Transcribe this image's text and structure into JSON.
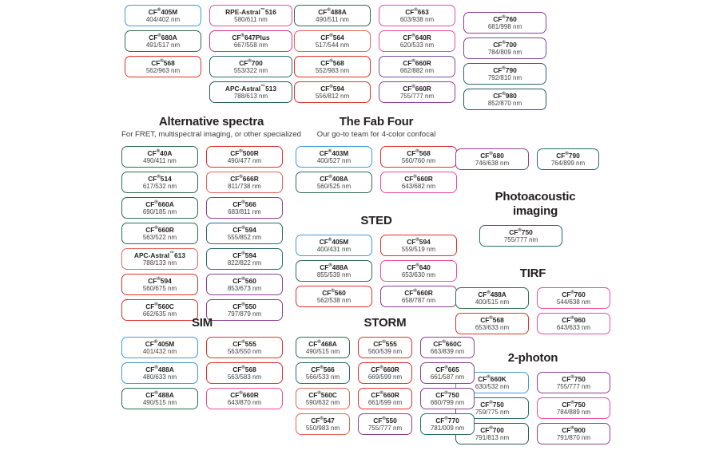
{
  "meta": {
    "trademark_symbol": "®",
    "tm_symbol": "™",
    "unit": "nm"
  },
  "palette": {
    "blue": "#3f9ad6",
    "green": "#2e6b4f",
    "dark_green": "#1f5c46",
    "red": "#e0312b",
    "salmon": "#e3655c",
    "pink": "#ea4c9a",
    "magenta": "#d5338a",
    "purple": "#8b3f91",
    "violet": "#7b4a9c",
    "teal": "#2a6b6b",
    "dark_teal": "#28595e",
    "plum": "#a03a7e",
    "text": "#231f20"
  },
  "groups": [
    {
      "id": "top-block-1",
      "title": "",
      "subtitle": "",
      "columns": [
        {
          "chips": [
            {
              "name": "CF",
              "sup": "®",
              "code": "405M",
              "wl": "404/402 nm",
              "color": "#3f9ad6"
            },
            {
              "name": "CF",
              "sup": "®",
              "code": "680A",
              "wl": "491/517 nm",
              "color": "#2e6b4f"
            },
            {
              "name": "CF",
              "sup": "®",
              "code": "568",
              "wl": "562/963 nm",
              "color": "#e0312b"
            }
          ]
        },
        {
          "chips": [
            {
              "name": "RPE-Astral",
              "sup": "™",
              "code": "516",
              "wl": "580/611 nm",
              "color": "#ea4c9a"
            },
            {
              "name": "CF",
              "sup": "®",
              "code": "647Plus",
              "wl": "667/558 nm",
              "color": "#d5338a"
            },
            {
              "name": "CF",
              "sup": "®",
              "code": "700",
              "wl": "553/322 nm",
              "color": "#2a6b6b"
            },
            {
              "name": "APC-Astral",
              "sup": "™",
              "code": "513",
              "wl": "788/613 nm",
              "color": "#28595e"
            }
          ]
        }
      ]
    },
    {
      "id": "top-block-2",
      "title": "",
      "subtitle": "",
      "columns": [
        {
          "chips": [
            {
              "name": "CF",
              "sup": "®",
              "code": "488A",
              "wl": "490/511 nm",
              "color": "#2e6b4f"
            },
            {
              "name": "CF",
              "sup": "®",
              "code": "564",
              "wl": "517/544 nm",
              "color": "#e3655c"
            },
            {
              "name": "CF",
              "sup": "®",
              "code": "568",
              "wl": "552/983 nm",
              "color": "#e0312b"
            },
            {
              "name": "CF",
              "sup": "®",
              "code": "594",
              "wl": "556/812 nm",
              "color": "#e0312b"
            }
          ]
        },
        {
          "chips": [
            {
              "name": "CF",
              "sup": "®",
              "code": "663",
              "wl": "603/938 nm",
              "color": "#ea4c9a"
            },
            {
              "name": "CF",
              "sup": "®",
              "code": "640R",
              "wl": "620/533 nm",
              "color": "#ea4c9a"
            },
            {
              "name": "CF",
              "sup": "®",
              "code": "660R",
              "wl": "662/882 nm",
              "color": "#7b4a9c"
            },
            {
              "name": "CF",
              "sup": "®",
              "code": "660R",
              "wl": "755/777 nm",
              "color": "#8b3f91"
            }
          ]
        }
      ]
    },
    {
      "id": "top-block-3",
      "title": "",
      "subtitle": "",
      "columns": [
        {
          "chips": [
            {
              "name": "CF",
              "sup": "®",
              "code": "760",
              "wl": "681/998 nm",
              "color": "#8b3f91"
            },
            {
              "name": "CF",
              "sup": "®",
              "code": "700",
              "wl": "784/809 nm",
              "color": "#7b4a9c"
            },
            {
              "name": "CF",
              "sup": "®",
              "code": "790",
              "wl": "792/810 nm",
              "color": "#2a6b6b"
            },
            {
              "name": "CF",
              "sup": "®",
              "code": "980",
              "wl": "852/870 nm",
              "color": "#28595e"
            }
          ]
        }
      ]
    },
    {
      "id": "alternative-spectra",
      "title": "Alternative spectra",
      "subtitle": "For FRET, multispectral imaging, or other specialized",
      "columns": [
        {
          "chips": [
            {
              "name": "CF",
              "sup": "®",
              "code": "40A",
              "wl": "490/411 nm",
              "color": "#2e6b4f"
            },
            {
              "name": "CF",
              "sup": "®",
              "code": "514",
              "wl": "617/532 nm",
              "color": "#2e6b4f"
            },
            {
              "name": "CF",
              "sup": "®",
              "code": "660A",
              "wl": "690/185 nm",
              "color": "#2e6b4f"
            },
            {
              "name": "CF",
              "sup": "®",
              "code": "660R",
              "wl": "563/522 nm",
              "color": "#2e6b4f"
            },
            {
              "name": "APC-Astral",
              "sup": "™",
              "code": "613",
              "wl": "788/133 nm",
              "color": "#e3655c"
            },
            {
              "name": "CF",
              "sup": "®",
              "code": "594",
              "wl": "560/675 nm",
              "color": "#e0312b"
            },
            {
              "name": "CF",
              "sup": "®",
              "code": "560C",
              "wl": "662/635 nm",
              "color": "#e0312b"
            }
          ]
        },
        {
          "chips": [
            {
              "name": "CF",
              "sup": "®",
              "code": "500R",
              "wl": "490/477 nm",
              "color": "#e0312b"
            },
            {
              "name": "CF",
              "sup": "®",
              "code": "666R",
              "wl": "811/738 nm",
              "color": "#e3655c"
            },
            {
              "name": "CF",
              "sup": "®",
              "code": "566",
              "wl": "683/811 nm",
              "color": "#8b3f91"
            },
            {
              "name": "CF",
              "sup": "®",
              "code": "594",
              "wl": "555/852 nm",
              "color": "#2a6b6b"
            },
            {
              "name": "CF",
              "sup": "®",
              "code": "594",
              "wl": "822/822 nm",
              "color": "#2a6b6b"
            },
            {
              "name": "CF",
              "sup": "®",
              "code": "560",
              "wl": "853/673 nm",
              "color": "#8b3f91"
            },
            {
              "name": "CF",
              "sup": "®",
              "code": "550",
              "wl": "797/879 nm",
              "color": "#8b3f91"
            }
          ]
        }
      ]
    },
    {
      "id": "fab-four",
      "title": "The Fab Four",
      "subtitle": "Our go-to team for 4-color confocal",
      "columns": [
        {
          "chips": [
            {
              "name": "CF",
              "sup": "®",
              "code": "403M",
              "wl": "400/527 nm",
              "color": "#3f9ad6"
            },
            {
              "name": "CF",
              "sup": "®",
              "code": "408A",
              "wl": "560/525 nm",
              "color": "#2e6b4f"
            }
          ]
        },
        {
          "chips": [
            {
              "name": "CF",
              "sup": "®",
              "code": "568",
              "wl": "560/760 nm",
              "color": "#e0312b"
            },
            {
              "name": "CF",
              "sup": "®",
              "code": "660R",
              "wl": "643/682 nm",
              "color": "#ea4c9a"
            }
          ]
        }
      ]
    },
    {
      "id": "sted",
      "title": "STED",
      "subtitle": "",
      "columns": [
        {
          "chips": [
            {
              "name": "CF",
              "sup": "®",
              "code": "405M",
              "wl": "400/431 nm",
              "color": "#3f9ad6"
            },
            {
              "name": "CF",
              "sup": "®",
              "code": "488A",
              "wl": "855/539 nm",
              "color": "#2e6b4f"
            },
            {
              "name": "CF",
              "sup": "®",
              "code": "560",
              "wl": "562/538 nm",
              "color": "#e0312b"
            }
          ]
        },
        {
          "chips": [
            {
              "name": "CF",
              "sup": "®",
              "code": "594",
              "wl": "559/519 nm",
              "color": "#e0312b"
            },
            {
              "name": "CF",
              "sup": "®",
              "code": "640",
              "wl": "653/630 nm",
              "color": "#ea4c9a"
            },
            {
              "name": "CF",
              "sup": "®",
              "code": "660R",
              "wl": "658/787 nm",
              "color": "#8b3f91"
            }
          ]
        }
      ]
    },
    {
      "id": "mid-right-pair",
      "title": "",
      "subtitle": "",
      "columns": [
        {
          "chips": [
            {
              "name": "CF",
              "sup": "®",
              "code": "680",
              "wl": "746/638 nm",
              "color": "#8b3f91"
            }
          ]
        },
        {
          "chips": [
            {
              "name": "CF",
              "sup": "®",
              "code": "790",
              "wl": "764/899 nm",
              "color": "#2a6b6b"
            }
          ]
        }
      ]
    },
    {
      "id": "photoacoustic",
      "title": "Photoacoustic imaging",
      "subtitle": "",
      "columns": [
        {
          "chips": [
            {
              "name": "CF",
              "sup": "®",
              "code": "750",
              "wl": "755/777 nm",
              "color": "#2a6b6b"
            }
          ]
        }
      ]
    },
    {
      "id": "tirf",
      "title": "TIRF",
      "subtitle": "",
      "columns": [
        {
          "chips": [
            {
              "name": "CF",
              "sup": "®",
              "code": "488A",
              "wl": "400/515 nm",
              "color": "#2e6b4f"
            },
            {
              "name": "CF",
              "sup": "®",
              "code": "568",
              "wl": "653/633 nm",
              "color": "#e0312b"
            }
          ]
        },
        {
          "chips": [
            {
              "name": "CF",
              "sup": "®",
              "code": "760",
              "wl": "544/638 nm",
              "color": "#ea4c9a"
            },
            {
              "name": "CF",
              "sup": "®",
              "code": "960",
              "wl": "643/633 nm",
              "color": "#ea4c9a"
            }
          ]
        }
      ]
    },
    {
      "id": "two-photon",
      "title": "2-photon",
      "subtitle": "",
      "columns": [
        {
          "chips": [
            {
              "name": "CF",
              "sup": "®",
              "code": "660K",
              "wl": "630/532 nm",
              "color": "#3f9ad6"
            },
            {
              "name": "CF",
              "sup": "®",
              "code": "750",
              "wl": "759/775 nm",
              "color": "#2a6b6b"
            },
            {
              "name": "CF",
              "sup": "®",
              "code": "700",
              "wl": "791/813 nm",
              "color": "#28595e"
            }
          ]
        },
        {
          "chips": [
            {
              "name": "CF",
              "sup": "®",
              "code": "750",
              "wl": "755/777 nm",
              "color": "#8b3f91"
            },
            {
              "name": "CF",
              "sup": "®",
              "code": "750",
              "wl": "784/889 nm",
              "color": "#ea4c9a"
            },
            {
              "name": "CF",
              "sup": "®",
              "code": "900",
              "wl": "791/870 nm",
              "color": "#8b3f91"
            }
          ]
        }
      ]
    },
    {
      "id": "sim",
      "title": "SIM",
      "subtitle": "",
      "columns": [
        {
          "chips": [
            {
              "name": "CF",
              "sup": "®",
              "code": "405M",
              "wl": "401/432 nm",
              "color": "#3f9ad6"
            },
            {
              "name": "CF",
              "sup": "®",
              "code": "488A",
              "wl": "480/633 nm",
              "color": "#3f9ad6"
            },
            {
              "name": "CF",
              "sup": "®",
              "code": "488A",
              "wl": "490/515 nm",
              "color": "#2e6b4f"
            }
          ]
        },
        {
          "chips": [
            {
              "name": "CF",
              "sup": "®",
              "code": "555",
              "wl": "563/550 nm",
              "color": "#e0312b"
            },
            {
              "name": "CF",
              "sup": "®",
              "code": "568",
              "wl": "563/583 nm",
              "color": "#e0312b"
            },
            {
              "name": "CF",
              "sup": "®",
              "code": "660R",
              "wl": "643/870 nm",
              "color": "#ea4c9a"
            }
          ]
        }
      ]
    },
    {
      "id": "storm",
      "title": "STORM",
      "subtitle": "",
      "columns": [
        {
          "chips": [
            {
              "name": "CF",
              "sup": "®",
              "code": "468A",
              "wl": "490/515 nm",
              "color": "#2e6b4f"
            },
            {
              "name": "CF",
              "sup": "®",
              "code": "566",
              "wl": "566/533 nm",
              "color": "#2a6b6b"
            },
            {
              "name": "CF",
              "sup": "®",
              "code": "560C",
              "wl": "590/632 nm",
              "color": "#e3655c"
            },
            {
              "name": "CF",
              "sup": "®",
              "code": "547",
              "wl": "550/983 nm",
              "color": "#e3655c"
            }
          ]
        },
        {
          "chips": [
            {
              "name": "CF",
              "sup": "®",
              "code": "555",
              "wl": "560/539 nm",
              "color": "#e0312b"
            },
            {
              "name": "CF",
              "sup": "®",
              "code": "660R",
              "wl": "669/599 nm",
              "color": "#e0312b"
            },
            {
              "name": "CF",
              "sup": "®",
              "code": "660R",
              "wl": "661/599 nm",
              "color": "#e0312b"
            },
            {
              "name": "CF",
              "sup": "®",
              "code": "550",
              "wl": "755/777 nm",
              "color": "#8b3f91"
            }
          ]
        },
        {
          "chips": [
            {
              "name": "CF",
              "sup": "®",
              "code": "660C",
              "wl": "663/839 nm",
              "color": "#8b3f91"
            },
            {
              "name": "CF",
              "sup": "®",
              "code": "665",
              "wl": "661/587 nm",
              "color": "#8b3f91"
            },
            {
              "name": "CF",
              "sup": "®",
              "code": "750",
              "wl": "660/799 nm",
              "color": "#8b3f91"
            },
            {
              "name": "CF",
              "sup": "®",
              "code": "770",
              "wl": "781/009 nm",
              "color": "#2a6b6b"
            }
          ]
        }
      ]
    }
  ]
}
